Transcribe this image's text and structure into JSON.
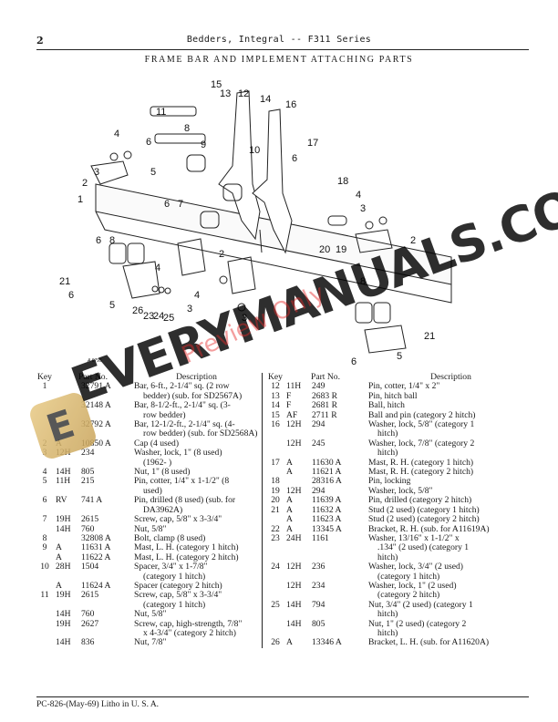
{
  "header": {
    "page_number": "2",
    "running_title": "Bedders, Integral -- F311 Series",
    "section_title": "FRAME BAR AND IMPLEMENT ATTACHING PARTS"
  },
  "figure": {
    "id": "A 6795",
    "callouts": [
      "1",
      "2",
      "3",
      "4",
      "5",
      "6",
      "7",
      "8",
      "9",
      "10",
      "11",
      "12",
      "13",
      "14",
      "15",
      "16",
      "17",
      "18",
      "19",
      "20",
      "21",
      "23",
      "24",
      "25",
      "26"
    ]
  },
  "table_headers": {
    "key": "Key",
    "part_no": "Part No.",
    "description": "Description"
  },
  "parts_left": [
    {
      "key": "1",
      "prefix": "",
      "number": "32791 A",
      "desc": [
        "Bar, 6-ft., 2-1/4\" sq. (2 row",
        "bedder) (sub. for SD2567A)"
      ]
    },
    {
      "key": "",
      "prefix": "",
      "number": "32148 A",
      "desc": [
        "Bar, 8-1/2-ft., 2-1/4\" sq. (3-",
        "row bedder)"
      ]
    },
    {
      "key": "",
      "prefix": "",
      "number": "32792 A",
      "desc": [
        "Bar, 12-1/2-ft., 2-1/4\" sq. (4-",
        "row bedder) (sub. for SD2568A)"
      ]
    },
    {
      "key": "2",
      "prefix": "A",
      "number": "10850 A",
      "desc": [
        "Cap (4 used)"
      ]
    },
    {
      "key": "3",
      "prefix": "12H",
      "number": "234",
      "desc": [
        "Washer, lock, 1\" (8 used)",
        "(1962-     )"
      ]
    },
    {
      "key": "4",
      "prefix": "14H",
      "number": "805",
      "desc": [
        "Nut, 1\" (8 used)"
      ]
    },
    {
      "key": "5",
      "prefix": "11H",
      "number": "215",
      "desc": [
        "Pin, cotter, 1/4\" x 1-1/2\" (8",
        "used)"
      ]
    },
    {
      "key": "6",
      "prefix": "RV",
      "number": "741 A",
      "desc": [
        "Pin, drilled (8 used) (sub. for",
        "DA3962A)"
      ]
    },
    {
      "key": "7",
      "prefix": "19H",
      "number": "2615",
      "desc": [
        "Screw, cap, 5/8\" x 3-3/4\""
      ]
    },
    {
      "key": "",
      "prefix": "14H",
      "number": "760",
      "desc": [
        "Nut, 5/8\""
      ]
    },
    {
      "key": "8",
      "prefix": "",
      "number": "32808 A",
      "desc": [
        "Bolt, clamp (8 used)"
      ]
    },
    {
      "key": "9",
      "prefix": "A",
      "number": "11631 A",
      "desc": [
        "Mast, L. H. (category 1 hitch)"
      ]
    },
    {
      "key": "",
      "prefix": "A",
      "number": "11622 A",
      "desc": [
        "Mast, L. H. (category 2 hitch)"
      ]
    },
    {
      "key": "10",
      "prefix": "28H",
      "number": "1504",
      "desc": [
        "Spacer, 3/4\" x 1-7/8\"",
        "(category 1 hitch)"
      ]
    },
    {
      "key": "",
      "prefix": "A",
      "number": "11624 A",
      "desc": [
        "Spacer (category 2 hitch)"
      ]
    },
    {
      "key": "11",
      "prefix": "19H",
      "number": "2615",
      "desc": [
        "Screw, cap, 5/8\" x 3-3/4\"",
        "(category 1 hitch)"
      ]
    },
    {
      "key": "",
      "prefix": "14H",
      "number": "760",
      "desc": [
        "Nut, 5/8\""
      ]
    },
    {
      "key": "",
      "prefix": "19H",
      "number": "2627",
      "desc": [
        "Screw, cap, high-strength, 7/8\"",
        "x 4-3/4\" (category 2 hitch)"
      ]
    },
    {
      "key": "",
      "prefix": "14H",
      "number": "836",
      "desc": [
        "Nut, 7/8\""
      ]
    }
  ],
  "parts_right": [
    {
      "key": "12",
      "prefix": "11H",
      "number": "249",
      "desc": [
        "Pin, cotter, 1/4\" x 2\""
      ]
    },
    {
      "key": "13",
      "prefix": "F",
      "number": "2683 R",
      "desc": [
        "Pin, hitch ball"
      ]
    },
    {
      "key": "14",
      "prefix": "F",
      "number": "2681 R",
      "desc": [
        "Ball, hitch"
      ]
    },
    {
      "key": "15",
      "prefix": "AF",
      "number": "2711 R",
      "desc": [
        "Ball and pin (category 2 hitch)"
      ]
    },
    {
      "key": "16",
      "prefix": "12H",
      "number": "294",
      "desc": [
        "Washer, lock, 5/8\" (category 1",
        "hitch)"
      ]
    },
    {
      "key": "",
      "prefix": "12H",
      "number": "245",
      "desc": [
        "Washer, lock, 7/8\" (category 2",
        "hitch)"
      ]
    },
    {
      "key": "17",
      "prefix": "A",
      "number": "11630 A",
      "desc": [
        "Mast, R. H. (category 1 hitch)"
      ]
    },
    {
      "key": "",
      "prefix": "A",
      "number": "11621 A",
      "desc": [
        "Mast, R. H. (category 2 hitch)"
      ]
    },
    {
      "key": "18",
      "prefix": "",
      "number": "28316 A",
      "desc": [
        "Pin, locking"
      ]
    },
    {
      "key": "19",
      "prefix": "12H",
      "number": "294",
      "desc": [
        "Washer, lock, 5/8\""
      ]
    },
    {
      "key": "20",
      "prefix": "A",
      "number": "11639 A",
      "desc": [
        "Pin, drilled (category 2 hitch)"
      ]
    },
    {
      "key": "21",
      "prefix": "A",
      "number": "11632 A",
      "desc": [
        "Stud (2 used) (category 1 hitch)"
      ]
    },
    {
      "key": "",
      "prefix": "A",
      "number": "11623 A",
      "desc": [
        "Stud (2 used) (category 2 hitch)"
      ]
    },
    {
      "key": "22",
      "prefix": "A",
      "number": "13345 A",
      "desc": [
        "Bracket, R. H. (sub. for A11619A)"
      ]
    },
    {
      "key": "23",
      "prefix": "24H",
      "number": "1161",
      "desc": [
        "Washer, 13/16\" x 1-1/2\" x",
        ".134\" (2 used) (category 1",
        "hitch)"
      ]
    },
    {
      "key": "24",
      "prefix": "12H",
      "number": "236",
      "desc": [
        "Washer, lock, 3/4\" (2 used)",
        "(category 1 hitch)"
      ]
    },
    {
      "key": "",
      "prefix": "12H",
      "number": "234",
      "desc": [
        "Washer, lock, 1\" (2 used)",
        "(category 2 hitch)"
      ]
    },
    {
      "key": "25",
      "prefix": "14H",
      "number": "794",
      "desc": [
        "Nut, 3/4\" (2 used) (category 1",
        "hitch)"
      ]
    },
    {
      "key": "",
      "prefix": "14H",
      "number": "805",
      "desc": [
        "Nut, 1\" (2 used) (category 2",
        "hitch)"
      ]
    },
    {
      "key": "26",
      "prefix": "A",
      "number": "13346 A",
      "desc": [
        "Bracket, L. H. (sub. for A11620A)"
      ]
    }
  ],
  "footer": {
    "text": "PC-826-(May-69)   Litho in U. S. A."
  },
  "watermark": {
    "text": "EVERYMANUALS.COM",
    "overlay": "Preview Only",
    "logo_letter": "E"
  },
  "colors": {
    "ink": "#1a1a1a",
    "watermark_red": "#e62828",
    "logo_gold": "#d9b66d"
  }
}
